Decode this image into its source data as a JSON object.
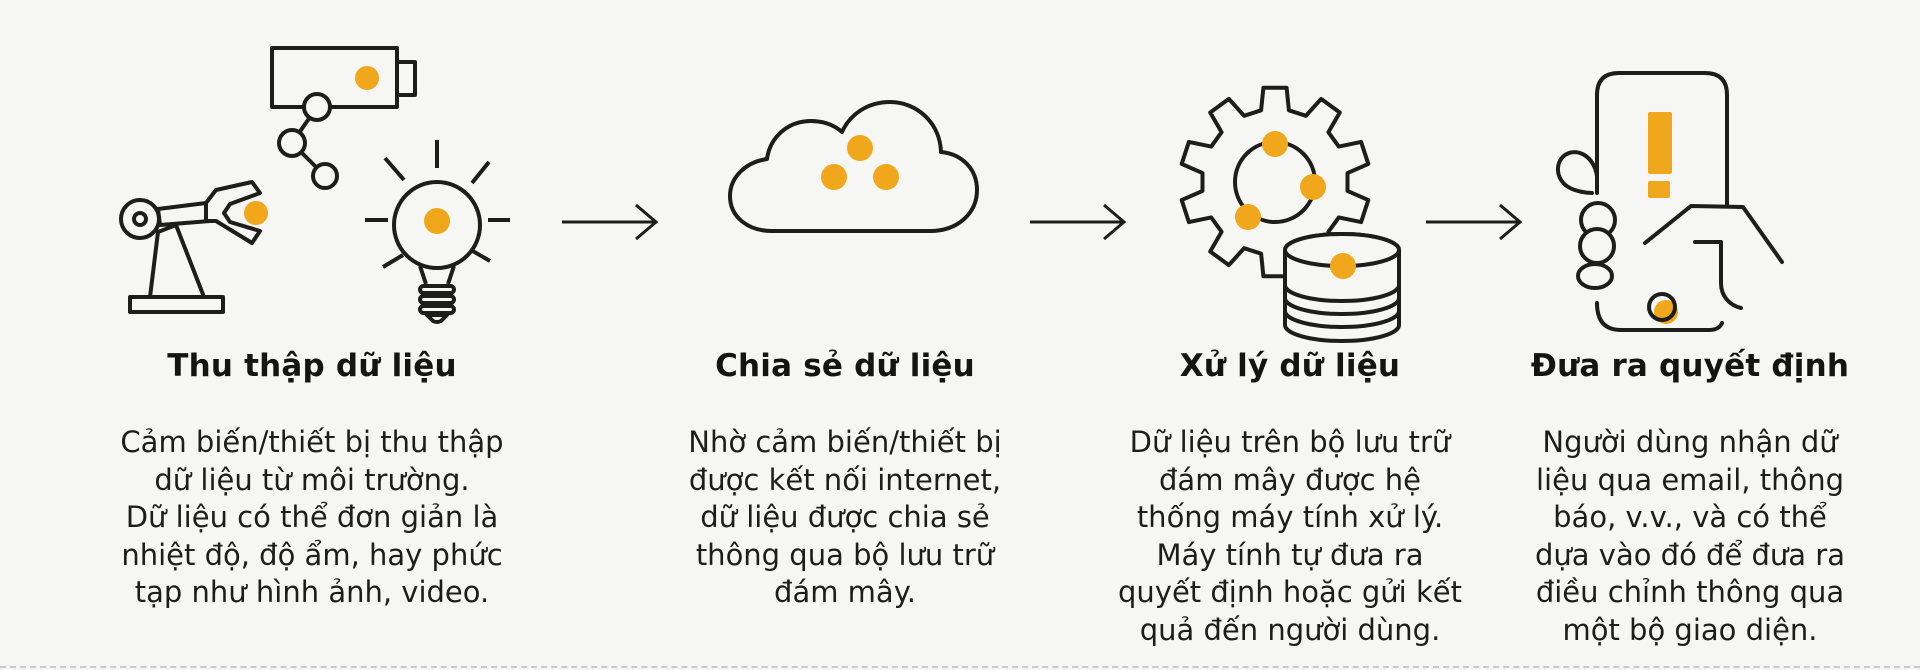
{
  "diagram": {
    "background_color": "#f6f6f4",
    "line_color": "#1d1d1b",
    "accent_color": "#f0a71b",
    "steps": [
      {
        "id": "collect",
        "title": "Thu thập dữ liệu",
        "description": [
          "Cảm biến/thiết bị thu thập",
          "dữ liệu từ môi trường.",
          "Dữ liệu có thể đơn giản là",
          "nhiệt độ, độ ẩm, hay phức",
          "tạp như hình ảnh, video."
        ],
        "icons": [
          "security-camera-icon",
          "network-nodes-icon",
          "robot-arm-icon",
          "light-bulb-icon"
        ]
      },
      {
        "id": "share",
        "title": "Chia sẻ dữ liệu",
        "description": [
          "Nhờ cảm biến/thiết bị",
          "được kết nối internet,",
          "dữ liệu được chia sẻ",
          "thông qua bộ lưu trữ",
          "đám mây."
        ],
        "icons": [
          "cloud-icon"
        ]
      },
      {
        "id": "process",
        "title": "Xử lý dữ liệu",
        "description": [
          "Dữ liệu trên bộ lưu trữ",
          "đám mây được hệ",
          "thống máy tính xử lý.",
          "Máy tính tự đưa ra",
          "quyết định hoặc gửi kết",
          "quả đến người dùng."
        ],
        "icons": [
          "gear-icon",
          "database-icon"
        ]
      },
      {
        "id": "decide",
        "title": "Đưa ra quyết định",
        "description": [
          "Người dùng nhận dữ",
          "liệu qua email, thông",
          "báo, v.v., và có thể",
          "dựa vào đó để đưa ra",
          "điều chỉnh thông qua",
          "một bộ giao diện."
        ],
        "icons": [
          "hand-holding-phone-alert-icon"
        ]
      }
    ]
  }
}
